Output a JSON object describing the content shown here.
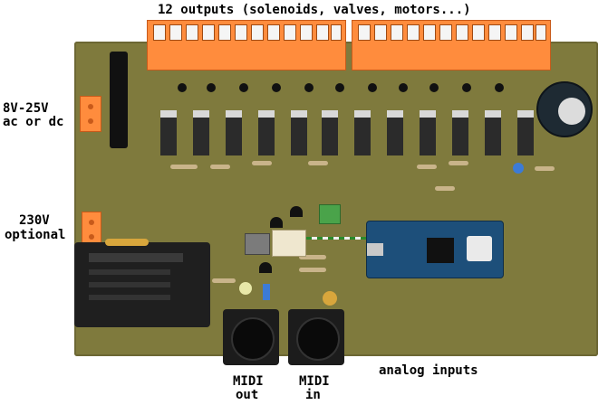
{
  "labels": {
    "outputs": "12 outputs (solenoids, valves, motors...)",
    "power_line1": "8V-25V",
    "power_line2": "ac or dc",
    "mains_line1": "230V",
    "mains_line2": "optional",
    "midi_out_line1": "MIDI",
    "midi_out_line2": "out",
    "midi_in_line1": "MIDI",
    "midi_in_line2": "in",
    "analog_inputs": "analog inputs"
  },
  "colors": {
    "pcb": "#7f7a3d",
    "terminal_orange": "#ff8c3d",
    "mosfet_body": "#2b2b2b",
    "arduino_blue": "#1d4f7a",
    "power_module": "#1f1f1f"
  },
  "icons": [
    "pcb-board",
    "terminal-block",
    "mosfet",
    "capacitor",
    "arduino-nano",
    "power-supply-module",
    "midi-din-connector"
  ]
}
